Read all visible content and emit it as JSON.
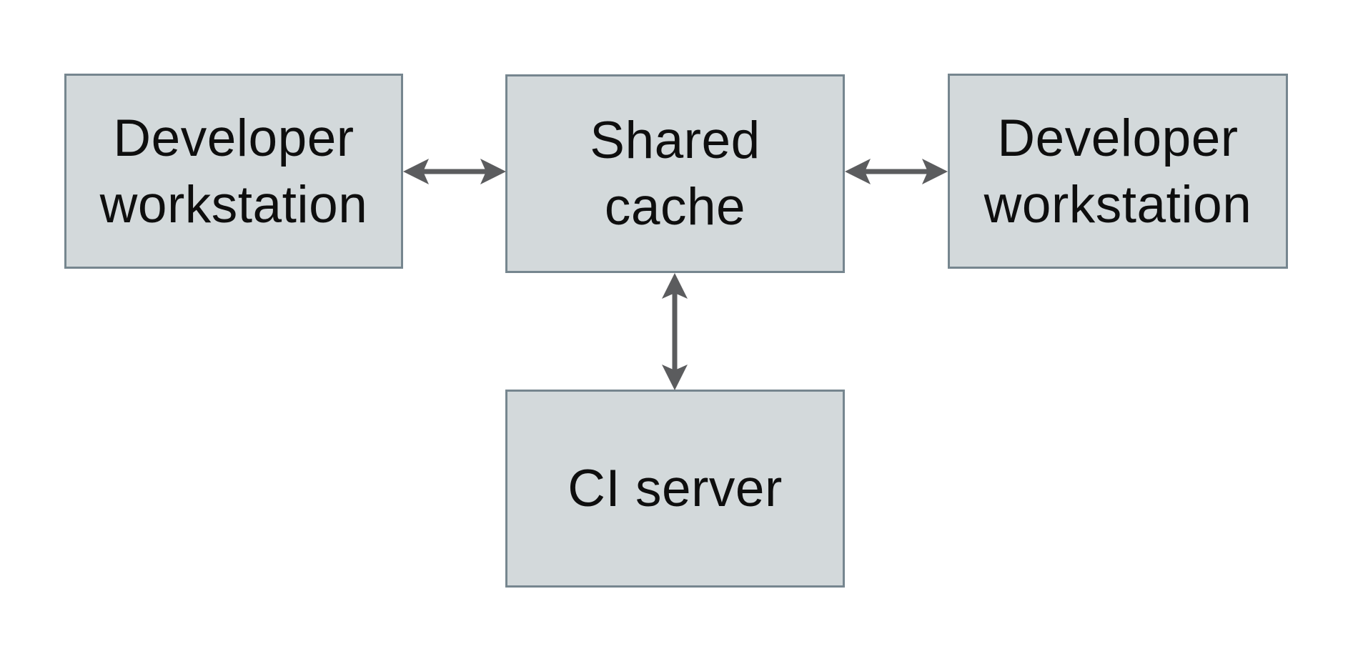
{
  "diagram": {
    "nodes": [
      {
        "id": "developer-workstation-left",
        "label": "Developer workstation",
        "lines": [
          "Developer",
          "workstation"
        ]
      },
      {
        "id": "shared-cache",
        "label": "Shared cache",
        "lines": [
          "Shared",
          "cache"
        ]
      },
      {
        "id": "developer-workstation-right",
        "label": "Developer workstation",
        "lines": [
          "Developer",
          "workstation"
        ]
      },
      {
        "id": "ci-server",
        "label": "CI server",
        "lines": [
          "CI server"
        ]
      }
    ],
    "edges": [
      {
        "from": "developer-workstation-left",
        "to": "shared-cache",
        "direction": "bidirectional",
        "orientation": "horizontal"
      },
      {
        "from": "shared-cache",
        "to": "developer-workstation-right",
        "direction": "bidirectional",
        "orientation": "horizontal"
      },
      {
        "from": "shared-cache",
        "to": "ci-server",
        "direction": "bidirectional",
        "orientation": "vertical"
      }
    ]
  },
  "colors": {
    "canvas": "#ffffff",
    "node-fill": "#d3d9db",
    "node-border": "#76868f",
    "arrow": "#5b5c5e",
    "text": "#0e0e0e"
  }
}
